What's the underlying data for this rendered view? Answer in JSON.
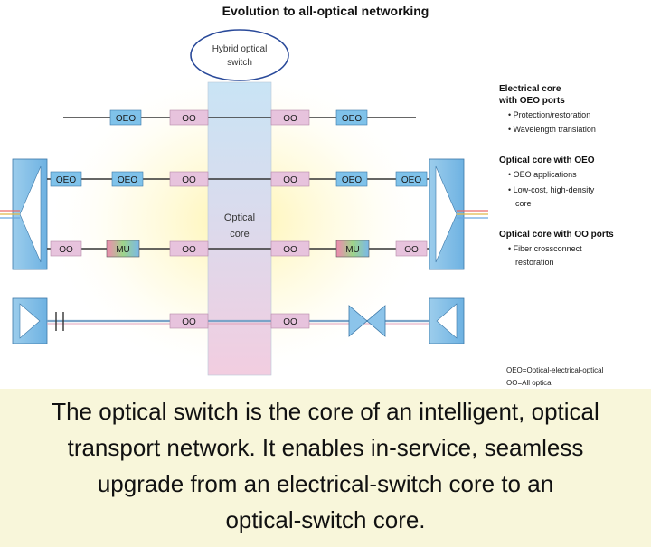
{
  "title": "Evolution to all-optical networking",
  "hybrid_label": [
    "Hybrid optical",
    "switch"
  ],
  "core_label": [
    "Optical",
    "core"
  ],
  "port_labels": {
    "oeo": "OEO",
    "oo": "OO",
    "mux": "MU"
  },
  "legend": {
    "sections": [
      {
        "heading": [
          "Electrical core",
          "with OEO ports"
        ],
        "bullets": [
          [
            "• Protection/restoration"
          ],
          [
            "• Wavelength translation"
          ]
        ]
      },
      {
        "heading": [
          "Optical core with OEO"
        ],
        "bullets": [
          [
            "• OEO applications"
          ],
          [
            "• Low-cost, high-density",
            "core"
          ]
        ]
      },
      {
        "heading": [
          "Optical core with OO ports"
        ],
        "bullets": [
          [
            "• Fiber crossconnect",
            "restoration"
          ]
        ]
      }
    ],
    "footnote": [
      "OEO=Optical-electrical-optical",
      "OO=All optical"
    ]
  },
  "caption": [
    "The optical switch is the core of an intelligent, optical",
    "transport network. It enables in-service, seamless",
    "upgrade from an electrical-switch core to an",
    "optical-switch core."
  ],
  "colors": {
    "core_top": "#c9e4f5",
    "core_bottom": "#f2c9dc",
    "oeo_box": "#7fc2ea",
    "oo_box": "#e7c3dd",
    "glow": "#fff6b8",
    "caption_bg": "#f8f6da"
  }
}
